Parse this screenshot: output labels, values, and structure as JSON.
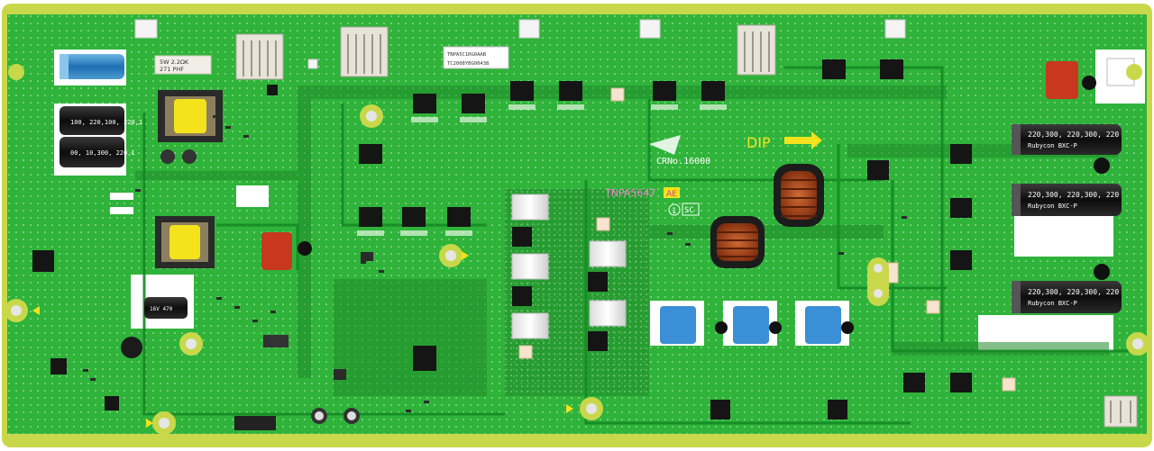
{
  "board": {
    "part_number": "TNPA5647",
    "revision": "AE",
    "marker": "1",
    "board_code": "SC",
    "crno_label": "CRNo.16000",
    "dip_label": "DIP",
    "sticker_line1": "TNPA5C1RG0AAB",
    "sticker_line2": "TC2008YBG00438",
    "resistor_line1": "5W 2.2ΩK",
    "resistor_line2": "271 PHF"
  },
  "capacitors": {
    "left_top_label": "100, 220,100, 220,1",
    "left_bottom_label": "00, 10,300, 220,1",
    "right_label_1": "220,300, 220,300, 220",
    "right_label_2": "220,300, 220,300, 220",
    "right_label_3": "220,300, 220,300, 220",
    "right_brand": "Rubycon BXC-P",
    "small_cap_label": "16V 470"
  },
  "colors": {
    "board_green": "#2fb33a",
    "board_dark": "#1f8a2a",
    "trace_dark": "#158024",
    "edge_yellow": "#c8d84a",
    "heatsink_white": "#f2f2f2",
    "inductor_copper": "#b5461e",
    "film_cap_blue": "#3a8fd6",
    "safety_cap_red": "#c8381f",
    "transformer_yellow": "#f4e21c"
  }
}
